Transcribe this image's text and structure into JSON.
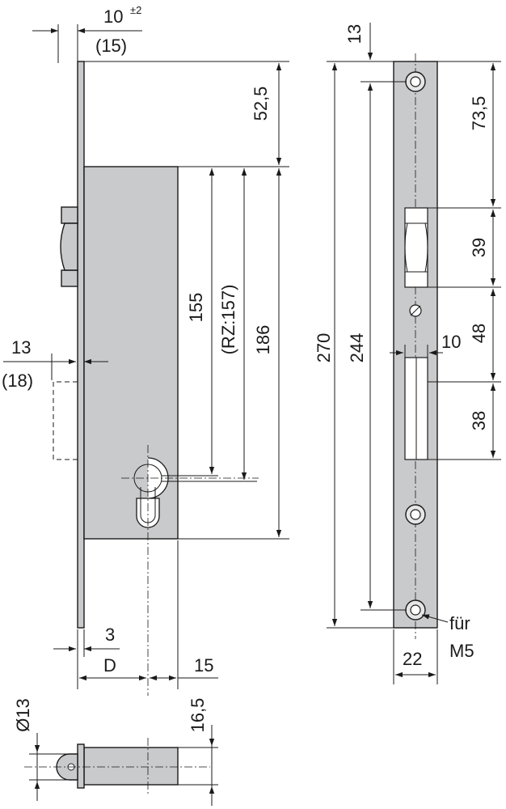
{
  "front_view": {
    "top_offset": "10",
    "top_offset_tol": "±2",
    "top_offset_alt": "(15)",
    "top_to_body": "52,5",
    "to_cylinder": "155",
    "rz": "(RZ:157)",
    "body_height": "186",
    "latch_offset": "13",
    "latch_offset_alt": "(18)",
    "plate_thickness": "3",
    "backset": "D",
    "cyl_edge": "15"
  },
  "side_view": {
    "top_hole": "13",
    "hole_to_latch": "73,5",
    "latch_height": "39",
    "to_bolt": "48",
    "bolt_height": "38",
    "bolt_width": "10",
    "total_height": "270",
    "hole_spacing": "244",
    "plate_width": "22",
    "screw_label_1": "für",
    "screw_label_2": "M5"
  },
  "bottom_view": {
    "diameter": "Ø13",
    "depth": "16,5"
  }
}
